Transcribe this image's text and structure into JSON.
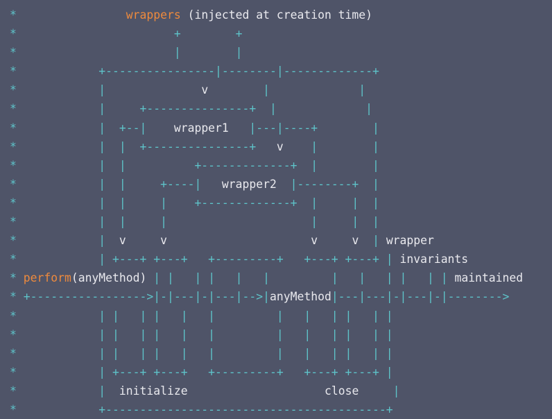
{
  "lines": [
    [
      {
        "t": "*",
        "c": "ascii"
      },
      {
        "t": "                ",
        "c": "ascii"
      },
      {
        "t": "wrappers",
        "c": "orange"
      },
      {
        "t": " (injected at creation time)",
        "c": "word"
      }
    ],
    [
      {
        "t": "*",
        "c": "ascii"
      },
      {
        "t": "                       +        +",
        "c": "ascii"
      }
    ],
    [
      {
        "t": "*",
        "c": "ascii"
      },
      {
        "t": "                       |        |",
        "c": "ascii"
      }
    ],
    [
      {
        "t": "*",
        "c": "ascii"
      },
      {
        "t": "            +----------------|--------|-------------+",
        "c": "ascii"
      }
    ],
    [
      {
        "t": "*",
        "c": "ascii"
      },
      {
        "t": "            |              ",
        "c": "ascii"
      },
      {
        "t": "v",
        "c": "word"
      },
      {
        "t": "        |             |",
        "c": "ascii"
      }
    ],
    [
      {
        "t": "*",
        "c": "ascii"
      },
      {
        "t": "            |     +---------------+  |             |",
        "c": "ascii"
      }
    ],
    [
      {
        "t": "*",
        "c": "ascii"
      },
      {
        "t": "            |  +--|    ",
        "c": "ascii"
      },
      {
        "t": "wrapper1",
        "c": "word"
      },
      {
        "t": "   |---|----+        |",
        "c": "ascii"
      }
    ],
    [
      {
        "t": "*",
        "c": "ascii"
      },
      {
        "t": "            |  |  +---------------+   ",
        "c": "ascii"
      },
      {
        "t": "v",
        "c": "word"
      },
      {
        "t": "    |        |",
        "c": "ascii"
      }
    ],
    [
      {
        "t": "*",
        "c": "ascii"
      },
      {
        "t": "            |  |          +-------------+  |        |",
        "c": "ascii"
      }
    ],
    [
      {
        "t": "*",
        "c": "ascii"
      },
      {
        "t": "            |  |     +----|   ",
        "c": "ascii"
      },
      {
        "t": "wrapper2",
        "c": "word"
      },
      {
        "t": "  |--------+  |",
        "c": "ascii"
      }
    ],
    [
      {
        "t": "*",
        "c": "ascii"
      },
      {
        "t": "            |  |     |    +-------------+  |     |  |",
        "c": "ascii"
      }
    ],
    [
      {
        "t": "*",
        "c": "ascii"
      },
      {
        "t": "            |  |     |                     |     |  |",
        "c": "ascii"
      }
    ],
    [
      {
        "t": "*",
        "c": "ascii"
      },
      {
        "t": "            |  ",
        "c": "ascii"
      },
      {
        "t": "v",
        "c": "word"
      },
      {
        "t": "     ",
        "c": "ascii"
      },
      {
        "t": "v",
        "c": "word"
      },
      {
        "t": "                     ",
        "c": "ascii"
      },
      {
        "t": "v",
        "c": "word"
      },
      {
        "t": "     ",
        "c": "ascii"
      },
      {
        "t": "v",
        "c": "word"
      },
      {
        "t": "  | ",
        "c": "ascii"
      },
      {
        "t": "wrapper",
        "c": "word"
      }
    ],
    [
      {
        "t": "*",
        "c": "ascii"
      },
      {
        "t": "            | +---+ +---+   +---------+   +---+ +---+ | ",
        "c": "ascii"
      },
      {
        "t": "invariants",
        "c": "word"
      }
    ],
    [
      {
        "t": "*",
        "c": "ascii"
      },
      {
        "t": " ",
        "c": "ascii"
      },
      {
        "t": "perform",
        "c": "orange"
      },
      {
        "t": "(anyMethod)",
        "c": "word"
      },
      {
        "t": " | |   | |   |   |         |   |   | |   | | ",
        "c": "ascii"
      },
      {
        "t": "maintained",
        "c": "word"
      }
    ],
    [
      {
        "t": "*",
        "c": "ascii"
      },
      {
        "t": " +----------------->|-|---|-|---|-->|",
        "c": "ascii"
      },
      {
        "t": "anyMethod",
        "c": "word"
      },
      {
        "t": "|---|---|-|---|-|-------->",
        "c": "ascii"
      }
    ],
    [
      {
        "t": "*",
        "c": "ascii"
      },
      {
        "t": "            | |   | |   |   |         |   |   | |   | |",
        "c": "ascii"
      }
    ],
    [
      {
        "t": "*",
        "c": "ascii"
      },
      {
        "t": "            | |   | |   |   |         |   |   | |   | |",
        "c": "ascii"
      }
    ],
    [
      {
        "t": "*",
        "c": "ascii"
      },
      {
        "t": "            | |   | |   |   |         |   |   | |   | |",
        "c": "ascii"
      }
    ],
    [
      {
        "t": "*",
        "c": "ascii"
      },
      {
        "t": "            | +---+ +---+   +---------+   +---+ +---+ |",
        "c": "ascii"
      }
    ],
    [
      {
        "t": "*",
        "c": "ascii"
      },
      {
        "t": "            |  ",
        "c": "ascii"
      },
      {
        "t": "initialize",
        "c": "word"
      },
      {
        "t": "                    ",
        "c": "ascii"
      },
      {
        "t": "close",
        "c": "word"
      },
      {
        "t": "     |",
        "c": "ascii"
      }
    ],
    [
      {
        "t": "*",
        "c": "ascii"
      },
      {
        "t": "            +-----------------------------------------+",
        "c": "ascii"
      }
    ]
  ]
}
